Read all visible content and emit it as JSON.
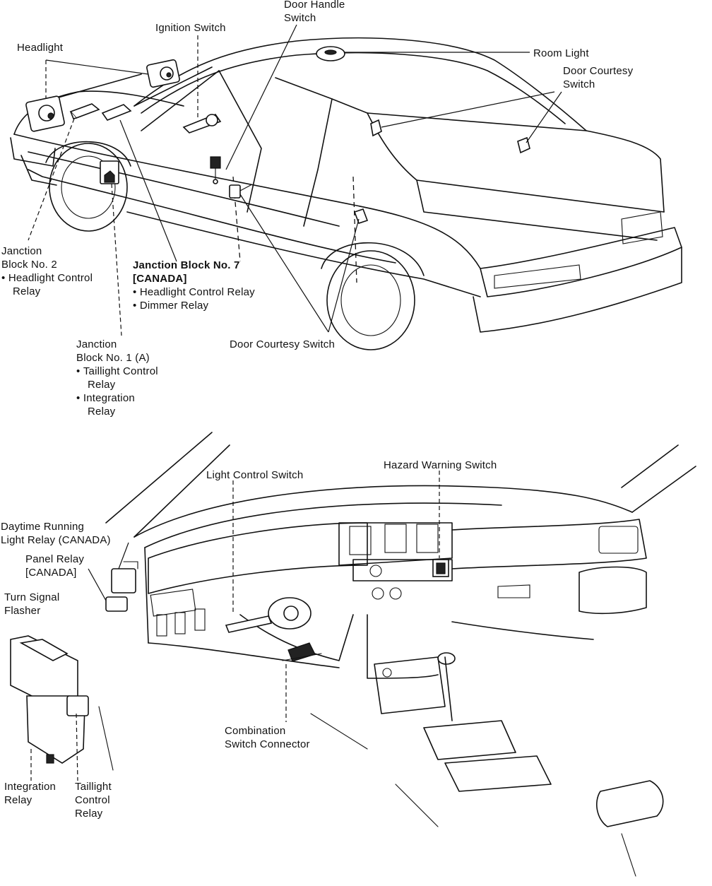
{
  "labels": {
    "headlight": "Headlight",
    "ignition_switch": "Ignition Switch",
    "door_handle_switch": [
      "Door Handle",
      "Switch"
    ],
    "room_light": "Room Light",
    "door_courtesy_switch_top": [
      "Door Courtesy",
      "Switch"
    ],
    "junction_block_2": {
      "lines": [
        "Janction",
        "Block No. 2"
      ],
      "bullets": [
        "Headlight Control",
        "Relay"
      ]
    },
    "junction_block_7": {
      "lines": [
        "Janction Block No. 7",
        "[CANADA]"
      ],
      "bullets": [
        "Headlight Control Relay",
        "Dimmer Relay"
      ]
    },
    "junction_block_1": {
      "lines": [
        "Janction",
        "Block No. 1 (A)"
      ],
      "bullets": [
        [
          "Taillight Control",
          "Relay"
        ],
        [
          "Integration",
          "Relay"
        ]
      ]
    },
    "door_courtesy_switch_bottom": "Door Courtesy Switch",
    "light_control_switch": "Light Control Switch",
    "hazard_warning_switch": "Hazard Warning Switch",
    "daytime_running_light_relay": [
      "Daytime Running",
      "Light Relay (CANADA)"
    ],
    "panel_relay": [
      "Panel Relay",
      "[CANADA]"
    ],
    "turn_signal_flasher": [
      "Turn Signal",
      "Flasher"
    ],
    "combination_switch_connector": [
      "Combination",
      "Switch Connector"
    ],
    "integration_relay": [
      "Integration",
      "Relay"
    ],
    "taillight_control_relay": [
      "Taillight",
      "Control",
      "Relay"
    ]
  },
  "colors": {
    "ink": "#111111",
    "paper": "#ffffff"
  }
}
